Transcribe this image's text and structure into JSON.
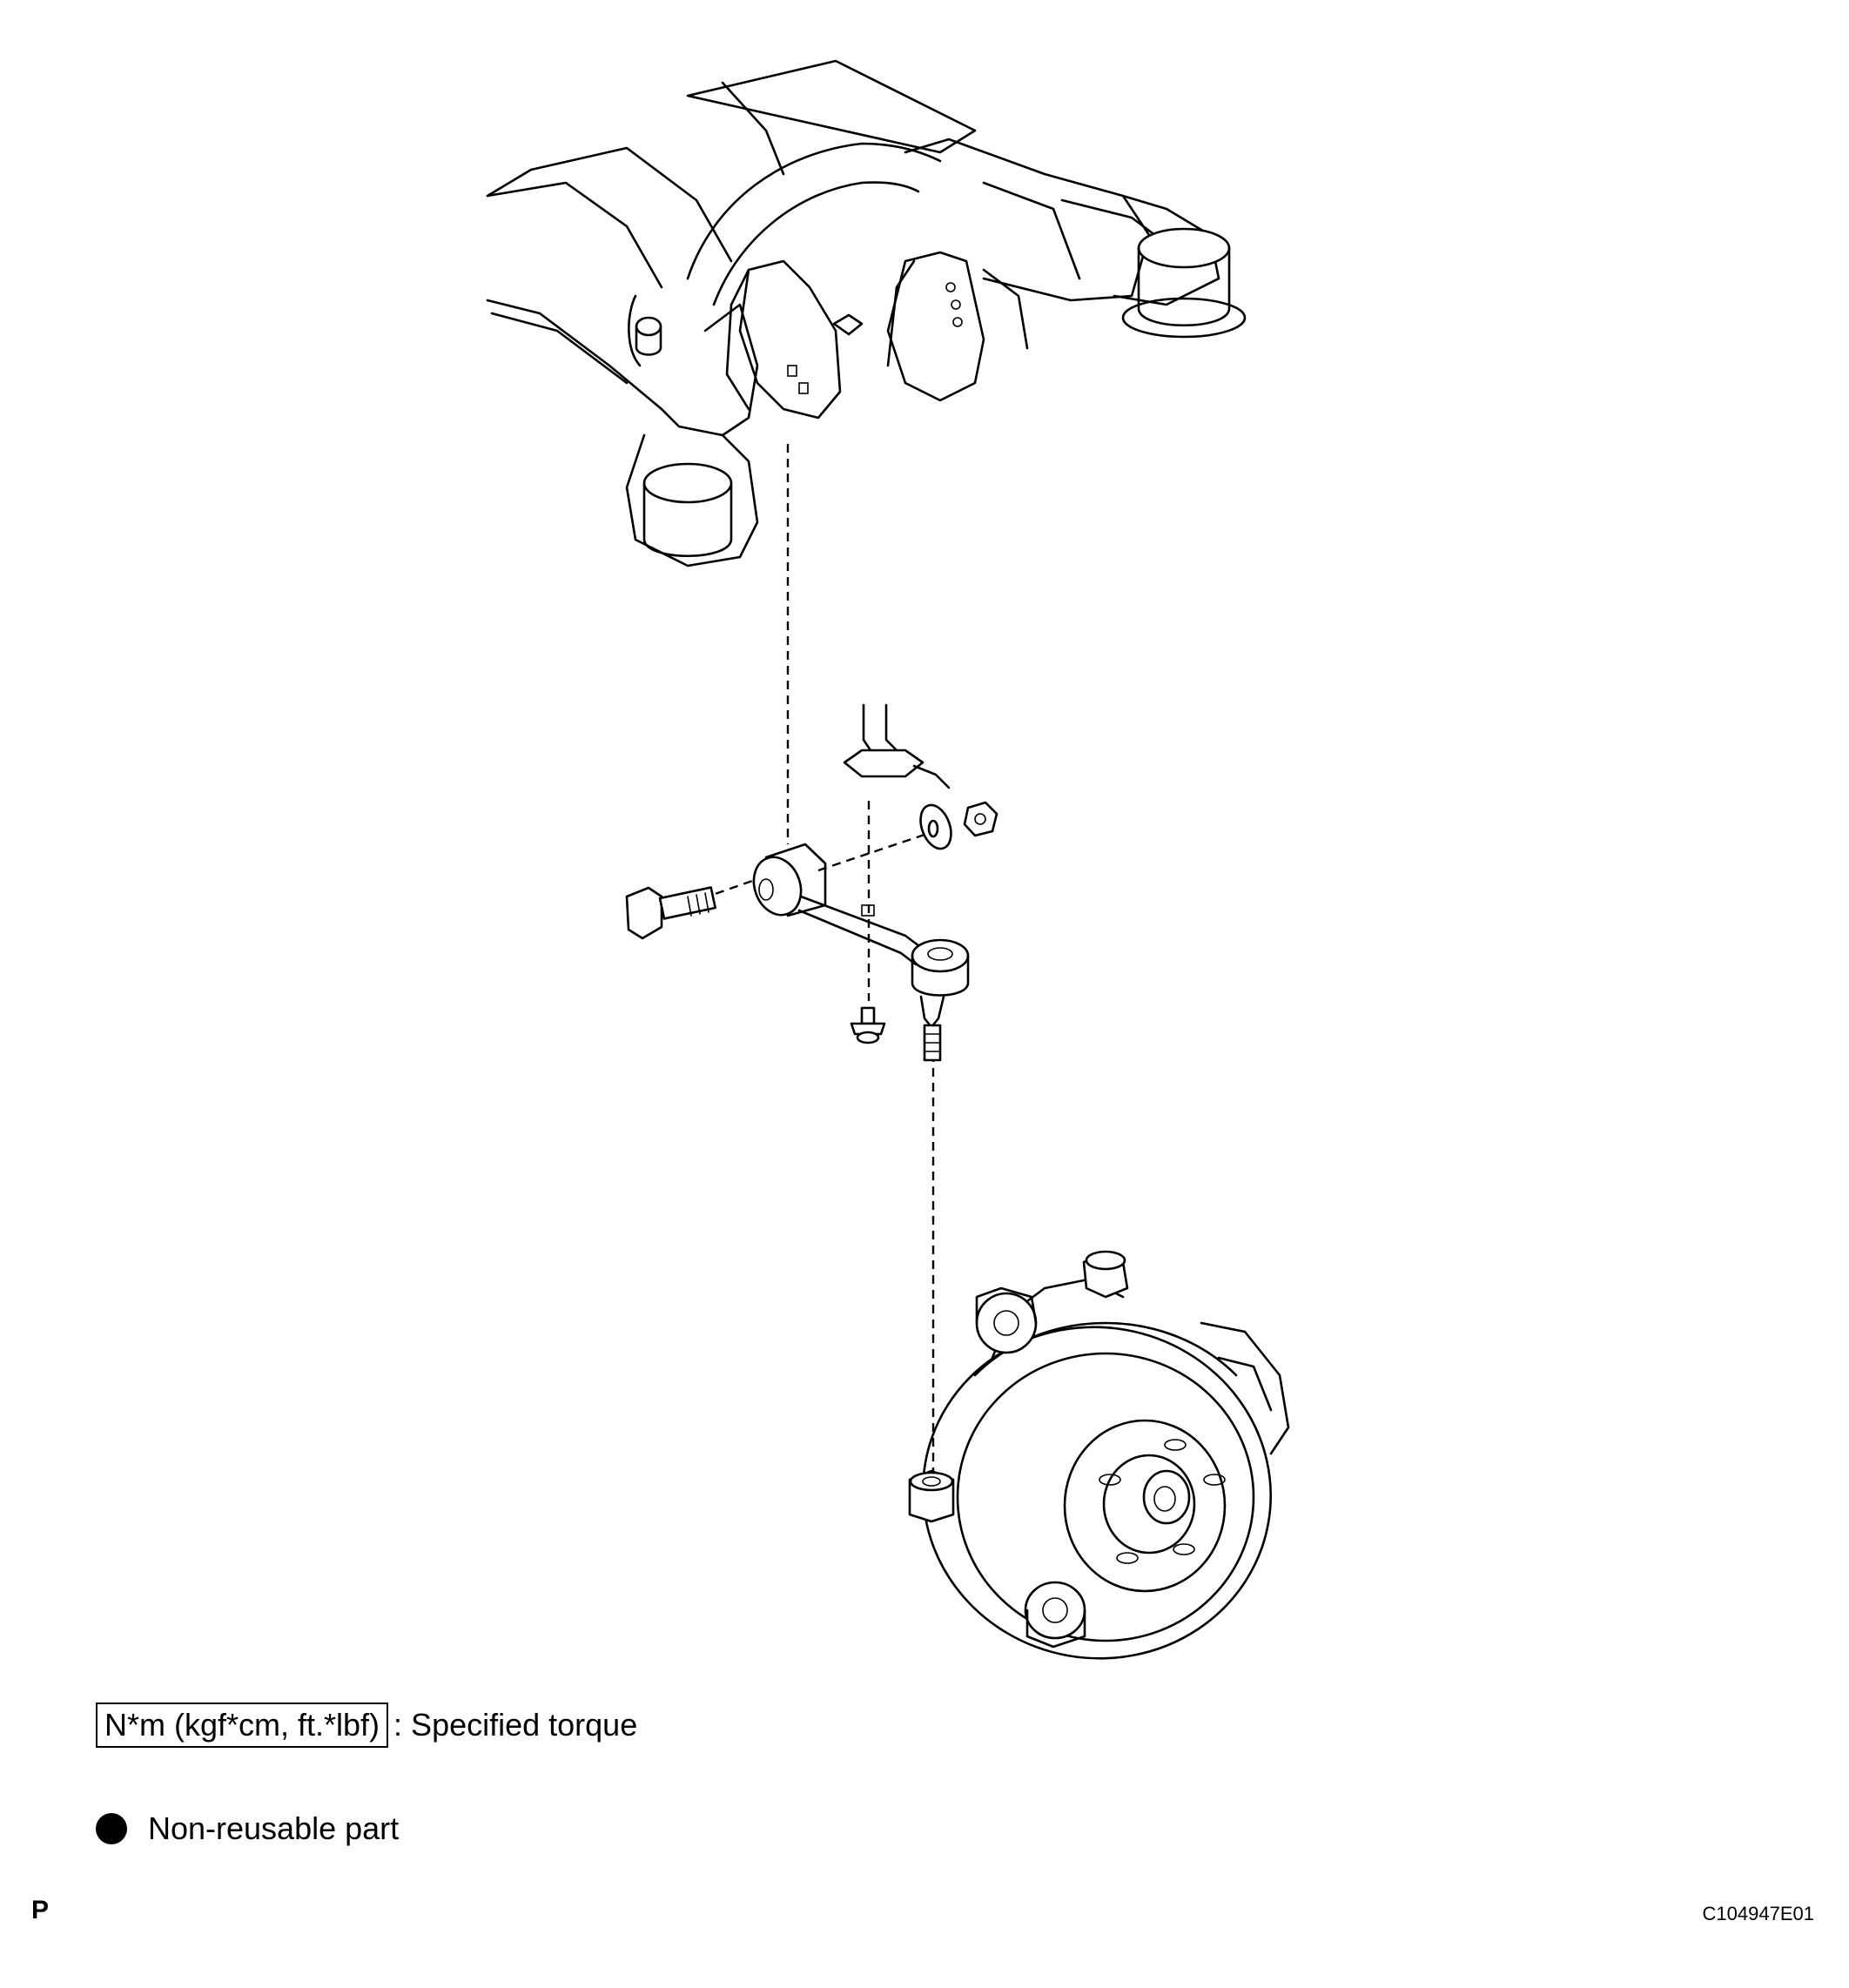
{
  "legend": {
    "torque_unit": "N*m (kgf*cm, ft.*lbf)",
    "torque_desc": ": Specified torque",
    "nonreusable_label": "Non-reusable part"
  },
  "footer": {
    "page_letter": "P",
    "figure_code": "C104947E01"
  }
}
